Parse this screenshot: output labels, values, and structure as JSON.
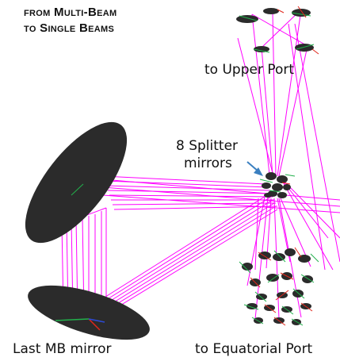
{
  "title": {
    "line1": "from Multi-Beam",
    "line2": "to Single Beams"
  },
  "labels": {
    "upper_port": "to Upper Port",
    "splitter_line1": "8 Splitter",
    "splitter_line2": "mirrors",
    "last_mb_mirror": "Last MB mirror",
    "equatorial_port": "to Equatorial Port"
  },
  "colors": {
    "beam": "#ff00ff",
    "mirror": "#2b2b2b",
    "arrow": "#3a7fc0",
    "axis_red": "#e0261b",
    "axis_green": "#22b14c",
    "axis_blue": "#2c4bd6"
  }
}
